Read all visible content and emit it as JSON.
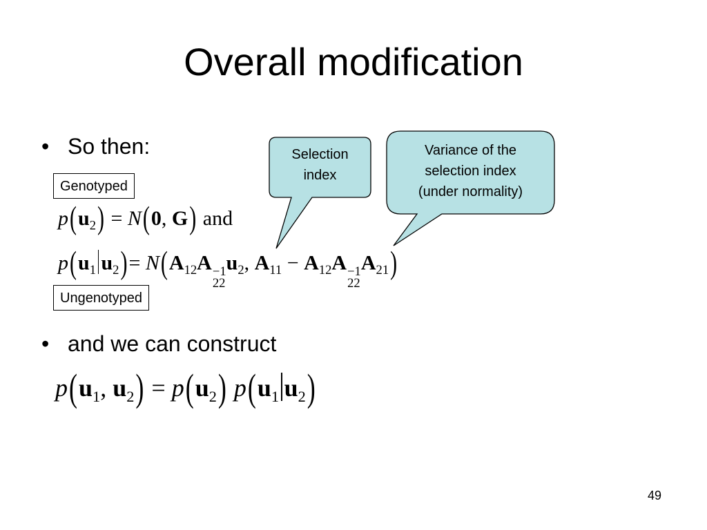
{
  "slide": {
    "title": "Overall modification",
    "bullets": [
      "So then:",
      "and we can construct"
    ],
    "bullet_symbol": "•",
    "labels": {
      "genotyped": "Genotyped",
      "ungenotyped": "Ungenotyped"
    },
    "callouts": {
      "selection_index": [
        "Selection",
        "index"
      ],
      "variance": [
        "Variance of the",
        "selection index",
        "(under normality)"
      ]
    },
    "callout_fill": "#b7e1e4",
    "page_number": "49",
    "equation_connector": "and"
  }
}
